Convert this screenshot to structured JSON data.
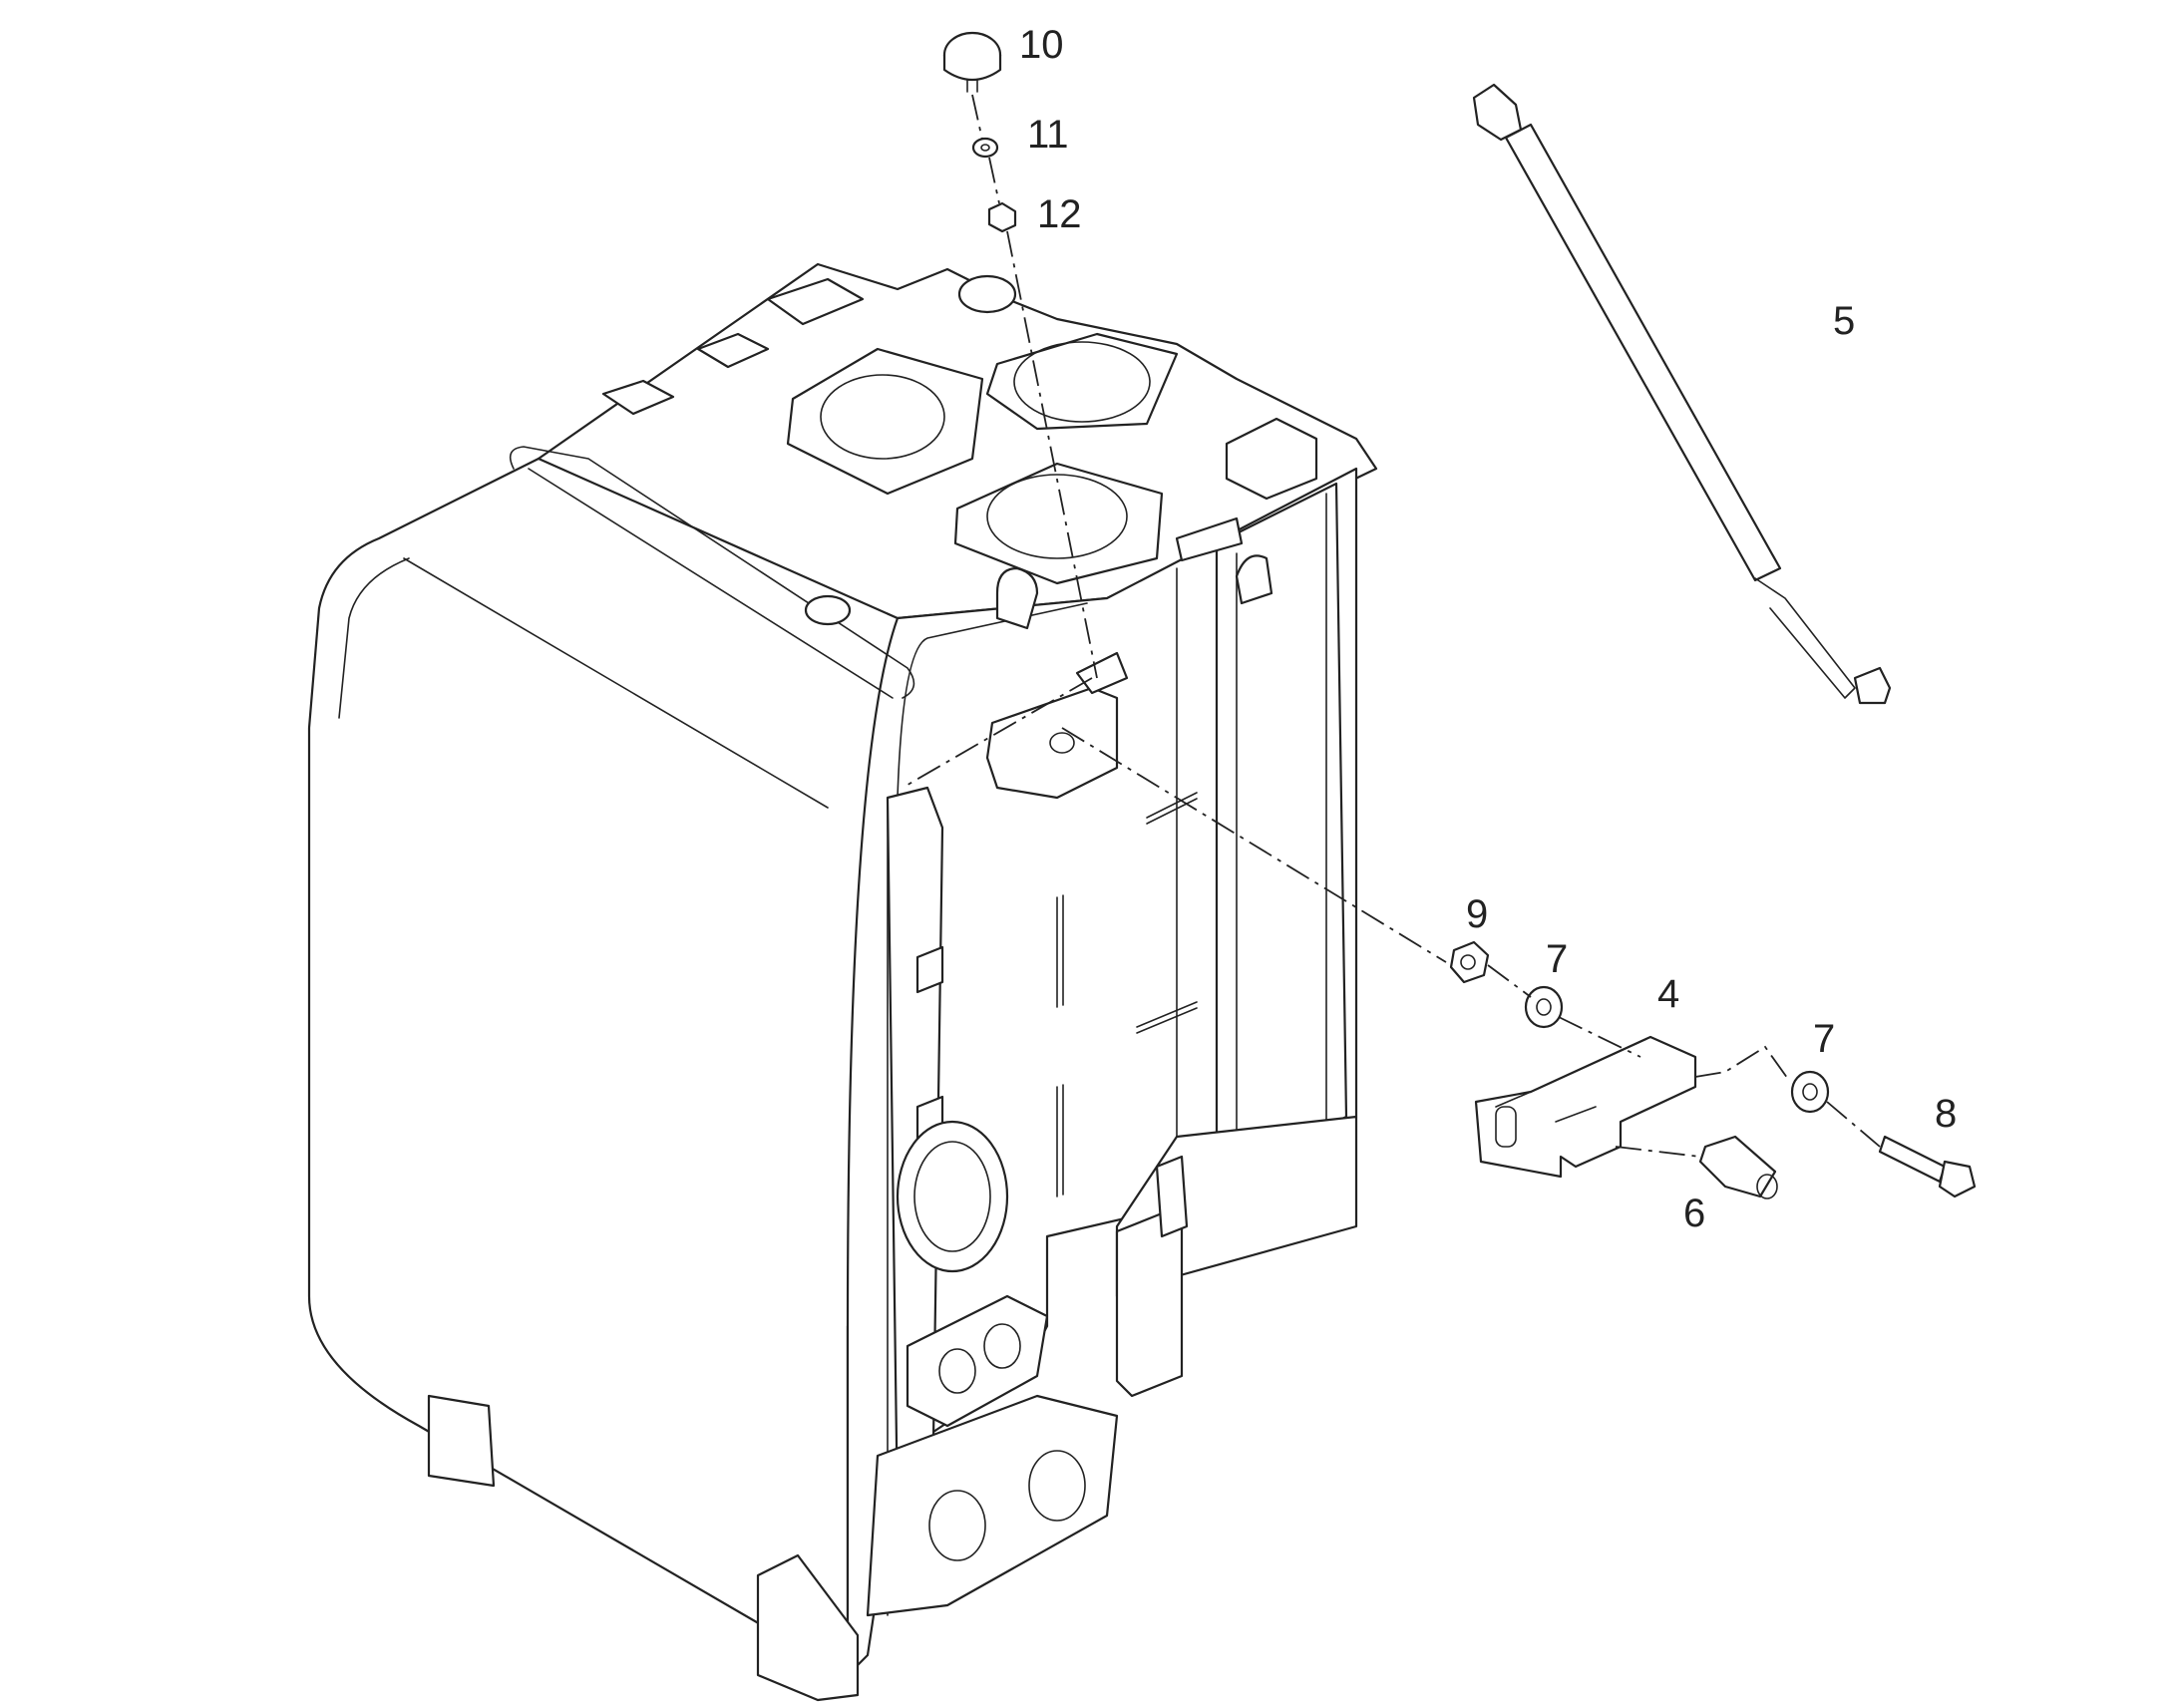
{
  "callouts": {
    "c4": "4",
    "c5": "5",
    "c6": "6",
    "c7a": "7",
    "c7b": "7",
    "c8": "8",
    "c9": "9",
    "c10": "10",
    "c11": "11",
    "c12": "12"
  },
  "colors": {
    "line": "#222222",
    "fill": "#ffffff",
    "shade": "#d9d9d9"
  }
}
